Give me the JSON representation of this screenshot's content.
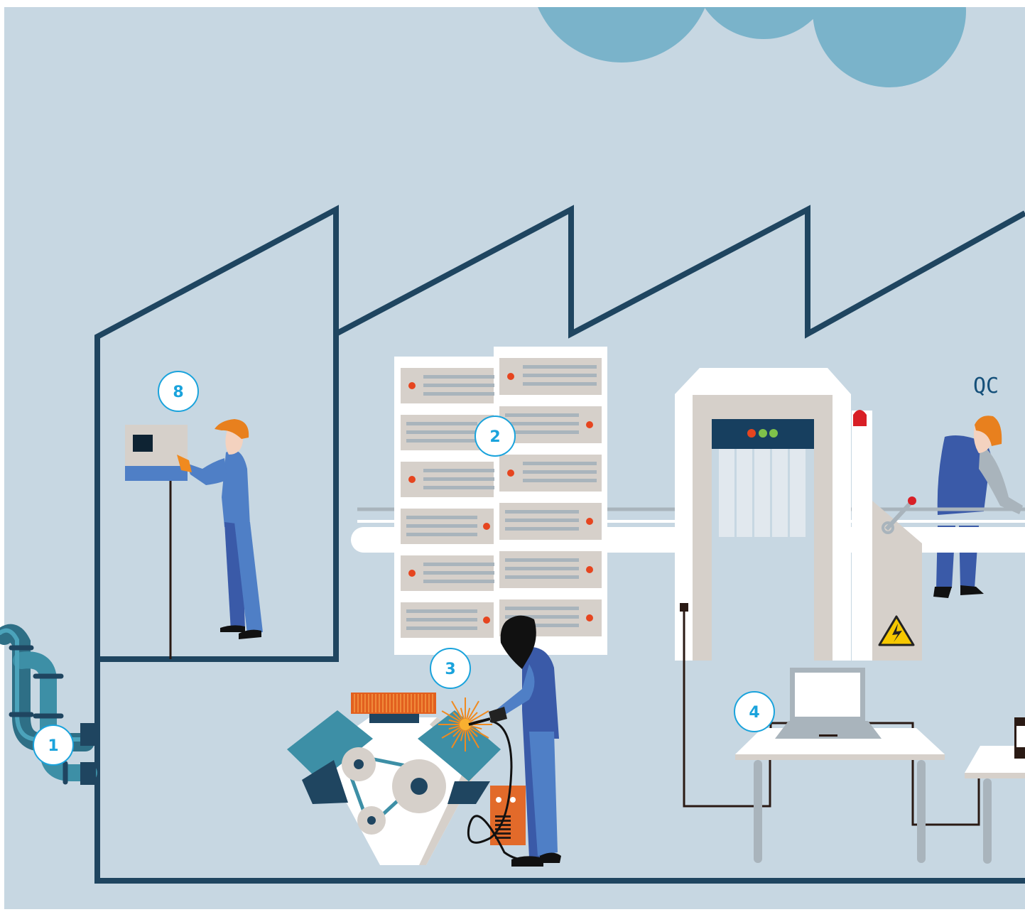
{
  "badges": {
    "b1": "1",
    "b2": "2",
    "b3": "3",
    "b4": "4",
    "b8": "8"
  },
  "labels": {
    "qc": "QC"
  },
  "colors": {
    "background": "#c7d7e2",
    "building_outline": "#1f4560",
    "cloud": "#7ab3ca",
    "badge_ring": "#1aa3dc",
    "worker_suit": "#4f7fc6",
    "worker_suit_dark": "#3a5aa8",
    "hard_hat": "#e8801e",
    "rack_white": "#ffffff",
    "rack_unit": "#d6d0ca",
    "indicator_red": "#e6451f",
    "machine_teal": "#3d8fa6",
    "welder_orange": "#e26a2a"
  }
}
